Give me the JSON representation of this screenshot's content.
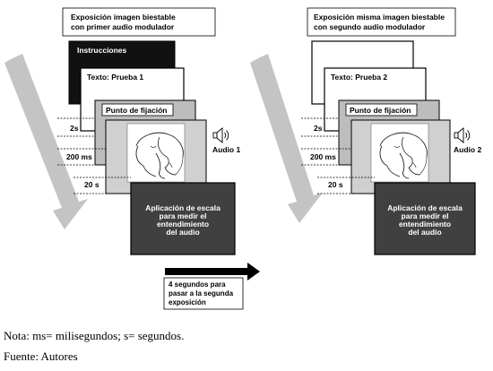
{
  "left_panel": {
    "header_line1": "Exposición imagen biestable",
    "header_line2": "con primer audio modulador",
    "slide_instructions": "Instrucciones",
    "slide_text": "Texto: Prueba 1",
    "slide_fixation": "Punto de fijación",
    "duration_1": "2s",
    "duration_2": "200 ms",
    "duration_3": "20 s",
    "audio_label": "Audio 1",
    "scale_line1": "Aplicación de escala",
    "scale_line2": "para medir el",
    "scale_line3": "entendimiento",
    "scale_line4": "del audio"
  },
  "right_panel": {
    "header_line1": "Exposición misma imagen biestable",
    "header_line2": "con segundo audio modulador",
    "slide_text": "Texto: Prueba 2",
    "slide_fixation": "Punto de fijación",
    "duration_1": "2s",
    "duration_2": "200 ms",
    "duration_3": "20 s",
    "audio_label": "Audio 2",
    "scale_line1": "Aplicación de escala",
    "scale_line2": "para medir el",
    "scale_line3": "entendimiento",
    "scale_line4": "del audio"
  },
  "transition": {
    "line1": "4 segundos para",
    "line2": "pasar a la segunda",
    "line3": "exposición"
  },
  "footnote": "Nota: ms= milisegundos; s= segundos.",
  "source": "Fuente: Autores",
  "colors": {
    "time_arrow": "#c4c4c4",
    "fixation_slide": "#bdbdbd",
    "image_slide": "#d0d0d0",
    "scale_slide": "#404040",
    "instructions_slide": "#111111"
  }
}
